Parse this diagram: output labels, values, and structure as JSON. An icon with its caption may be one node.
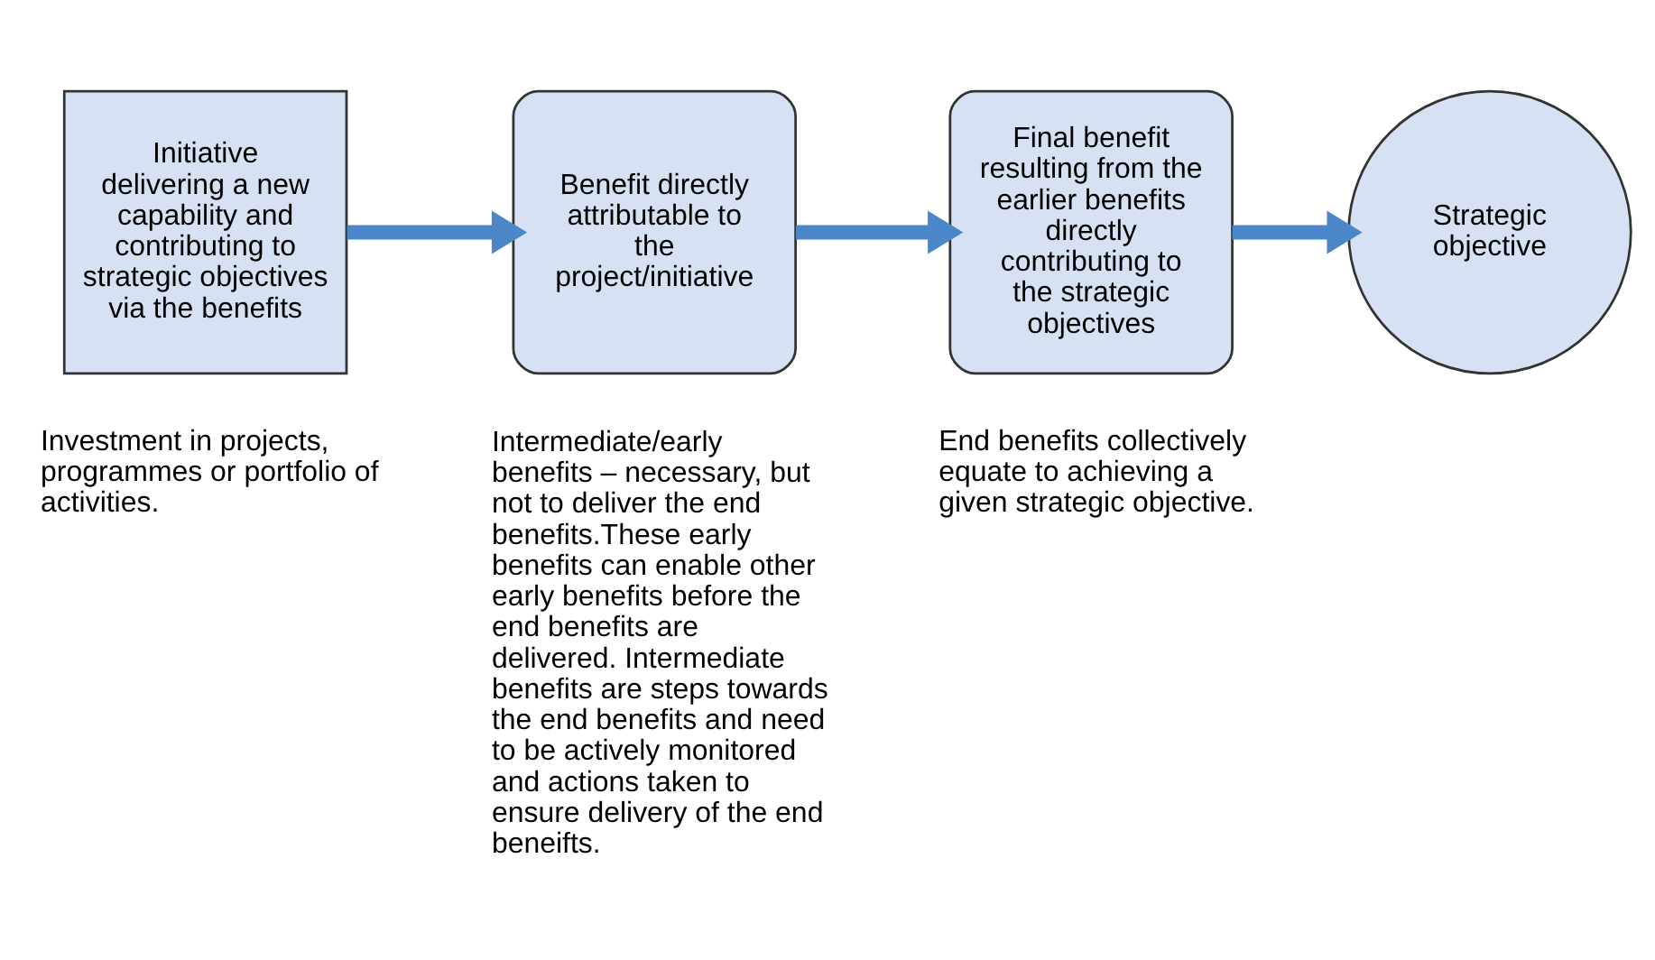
{
  "diagram": {
    "nodes": [
      {
        "text": [
          "Initiative delivering a new capability and contributing to strategic objectives via the benefits"
        ],
        "beside": [
          "Investment in projects, programmes or portfolio of activities."
        ]
      },
      {
        "text": [
          "Benefit directly attributable to the project/initiative"
        ],
        "beside": [
          "Intermediate/early benefits – necessary, but not to deliver the end benefits.These early benefits can enable other early benefits before the end benefits are delivered. Intermediate benefits are steps towards the end benefits and need to be actively monitored and actions taken to ensure delivery of the end beneifts."
        ]
      },
      {
        "text": [
          "Final benefit resulting from the earlier benefits directly contributing to the strategic objectives"
        ],
        "beside": [
          "End benefits collectively equate to achieving a given strategic objective."
        ]
      },
      {
        "text": [
          "Strategic objective"
        ]
      }
    ],
    "edges": [
      {
        "from": 0,
        "to": 1,
        "arrow": "to"
      },
      {
        "from": 1,
        "to": 2,
        "arrow": "to"
      },
      {
        "from": 2,
        "to": 3,
        "arrow": "to"
      }
    ]
  }
}
